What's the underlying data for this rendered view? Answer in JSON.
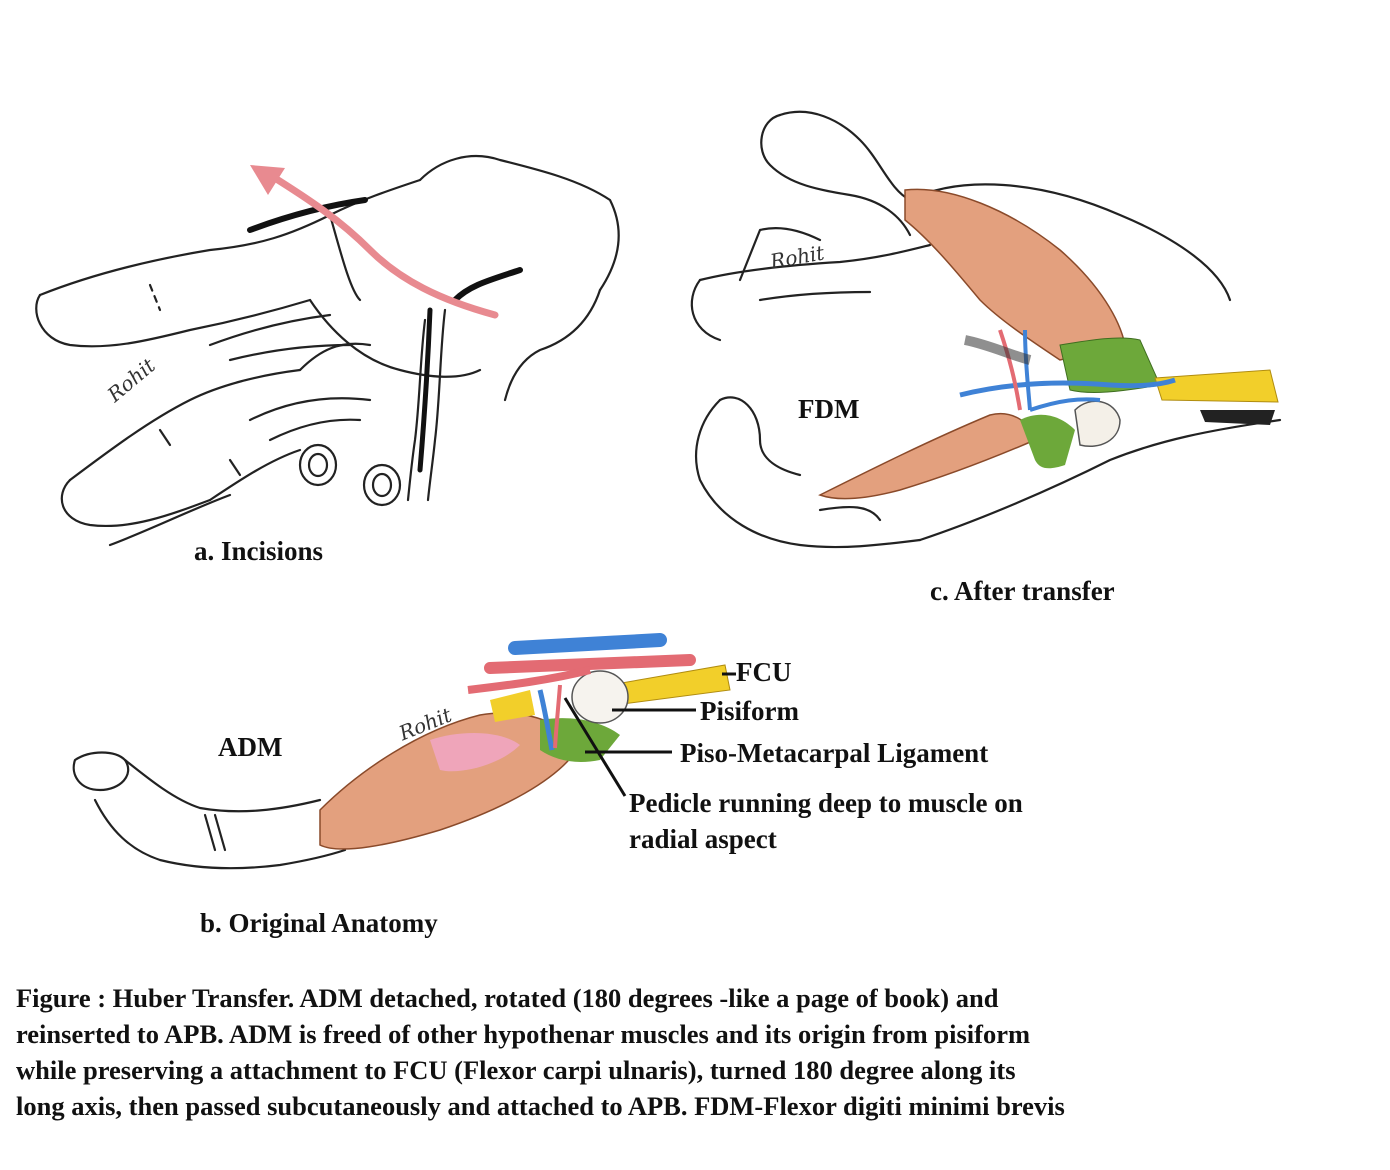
{
  "panels": {
    "a": {
      "label": "a.  Incisions"
    },
    "b": {
      "label": "b. Original Anatomy",
      "muscle_label": "ADM"
    },
    "c": {
      "label": "c. After transfer",
      "muscle_label": "FDM"
    }
  },
  "annotations": {
    "fcu": "FCU",
    "pisiform": "Pisiform",
    "piso_metacarpal": "Piso-Metacarpal Ligament",
    "pedicle_line1": "Pedicle running deep to muscle on",
    "pedicle_line2": "radial aspect"
  },
  "signature": "Rohit",
  "caption": {
    "line1": "Figure : Huber Transfer. ADM detached, rotated (180 degrees -like a page of book) and",
    "line2": "reinserted to APB. ADM is freed of other hypothenar muscles and its origin from pisiform",
    "line3": "while preserving a attachment to  FCU (Flexor carpi ulnaris), turned 180 degree along its",
    "line4": "long axis, then passed subcutaneously and attached to APB. FDM-Flexor digiti minimi brevis"
  },
  "colors": {
    "muscle": "#e3a07e",
    "tendon_yellow": "#f2cf2a",
    "ligament_green": "#6da83a",
    "artery_red": "#e36b73",
    "vein_blue": "#3f82d6",
    "incision_pink": "#e88a90"
  }
}
